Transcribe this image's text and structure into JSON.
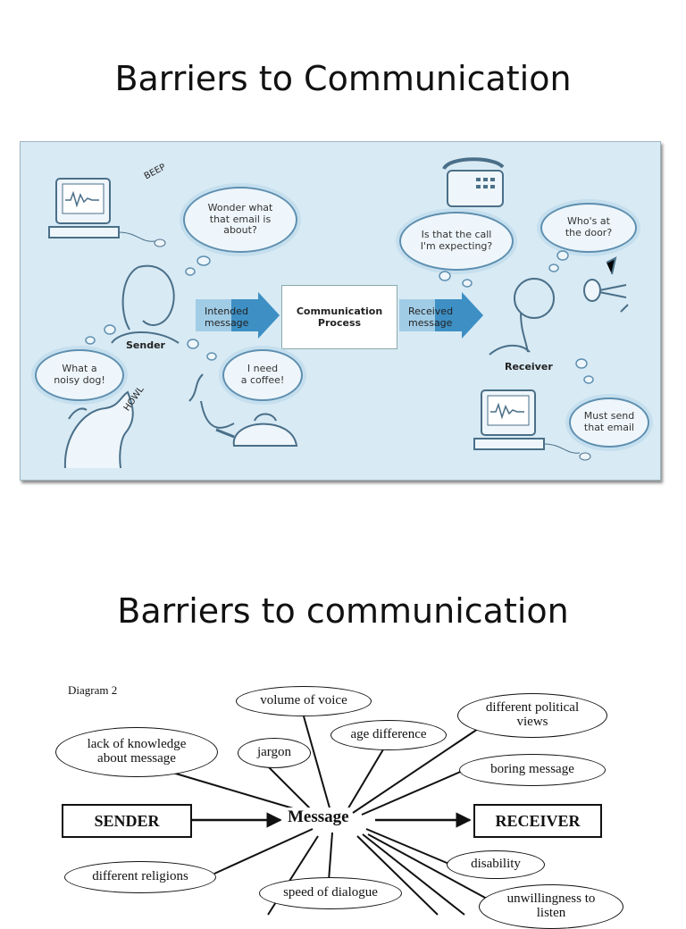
{
  "slide1": {
    "title": "Barriers to Communication",
    "process_box": "Communication\nProcess",
    "intended": "Intended\nmessage",
    "received": "Received\nmessage",
    "sender": "Sender",
    "receiver": "Receiver",
    "beep": "BEEP",
    "howl": "HOWL",
    "clouds": {
      "email": "Wonder what\nthat email is\nabout?",
      "call": "Is that the call\nI'm expecting?",
      "door": "Who's at\nthe door?",
      "dog": "What a\nnoisy dog!",
      "coffee": "I need\na coffee!",
      "send": "Must send\nthat email"
    }
  },
  "slide2": {
    "title": "Barriers to communication",
    "caption": "Diagram 2",
    "sender": "SENDER",
    "message": "Message",
    "receiver": "RECEIVER",
    "barriers": {
      "volume": "volume of voice",
      "political": "different political\nviews",
      "knowledge": "lack of knowledge\nabout message",
      "age": "age difference",
      "jargon": "jargon",
      "boring": "boring message",
      "disability": "disability",
      "religions": "different religions",
      "speed": "speed of dialogue",
      "unwilling": "unwillingness to\nlisten"
    }
  },
  "colors": {
    "illustration_bg": "#d8eaf4",
    "arrow_blue": "#3d8fc4",
    "cloud_outline": "#5e8fb0"
  }
}
